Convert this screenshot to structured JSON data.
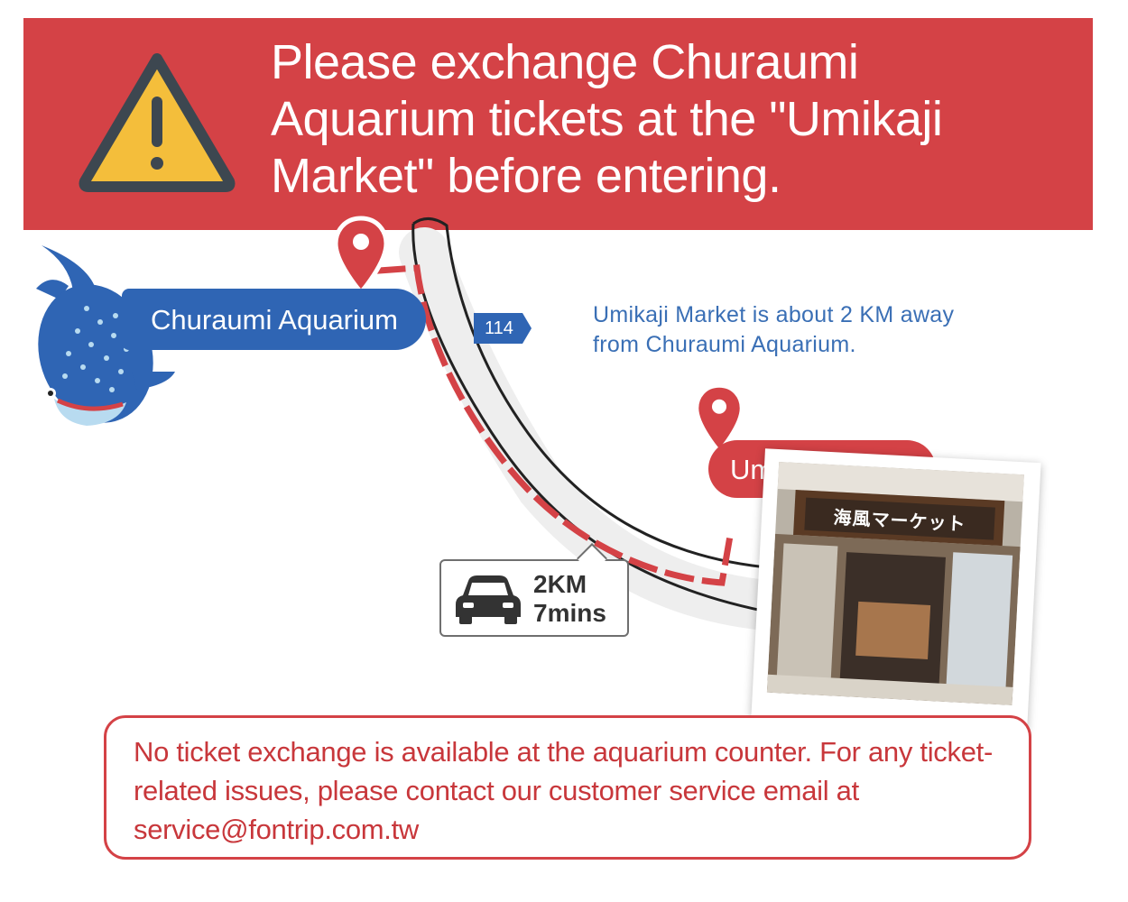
{
  "banner": {
    "message": "Please exchange Churaumi Aquarium tickets at the \"Umikaji Market\" before entering."
  },
  "map": {
    "origin_label": "Churaumi Aquarium",
    "destination_label": "Umikaji Market",
    "road_number": "114",
    "distance_note": "Umikaji Market is about 2 KM away from Churaumi Aquarium.",
    "distance": "2KM",
    "drive_time": "7mins",
    "photo_sign": "海風マーケット"
  },
  "notice": {
    "text": "No ticket exchange is available at the aquarium counter. For any ticket-related issues, please contact our customer service email at service@fontrip.com.tw"
  },
  "colors": {
    "brand_red": "#d44246",
    "aquarium_blue": "#2f65b4",
    "warning_yellow": "#f4be3b",
    "info_blue": "#3a6fb5"
  },
  "icons": [
    "warning-icon",
    "map-pin-icon",
    "whale-shark-icon",
    "car-icon"
  ]
}
